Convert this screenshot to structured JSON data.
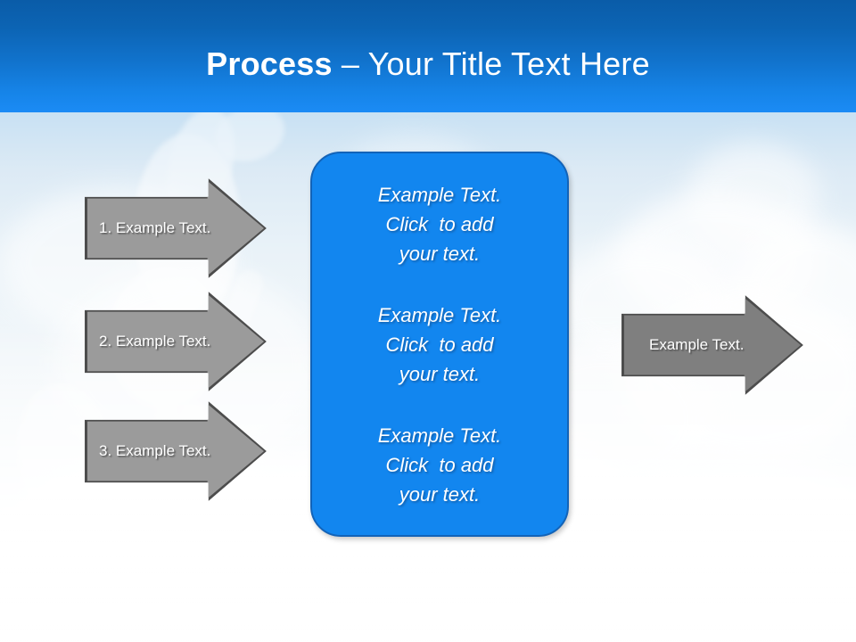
{
  "slide": {
    "title": {
      "strong": "Process",
      "light": " – Your Title Text Here"
    }
  },
  "input_arrows": [
    {
      "label": "1. Example Text."
    },
    {
      "label": "2. Example Text."
    },
    {
      "label": "3. Example Text."
    }
  ],
  "center_panel": {
    "blocks": [
      {
        "line1": "Example Text.",
        "line2": "Click  to add",
        "line3": "your text."
      },
      {
        "line1": "Example Text.",
        "line2": "Click  to add",
        "line3": "your text."
      },
      {
        "line1": "Example Text.",
        "line2": "Click  to add",
        "line3": "your text."
      }
    ]
  },
  "output_arrow": {
    "label": "Example Text."
  },
  "colors": {
    "title_band_top": "#0a5ca8",
    "title_band_bottom": "#1b8bf5",
    "panel_fill": "#1286ef",
    "panel_border": "#1263b8",
    "input_arrow_fill": "#9b9b9b",
    "output_arrow_fill": "#7f7f7f",
    "arrow_border": "#4d4d4d",
    "text_light": "#ffffff"
  }
}
